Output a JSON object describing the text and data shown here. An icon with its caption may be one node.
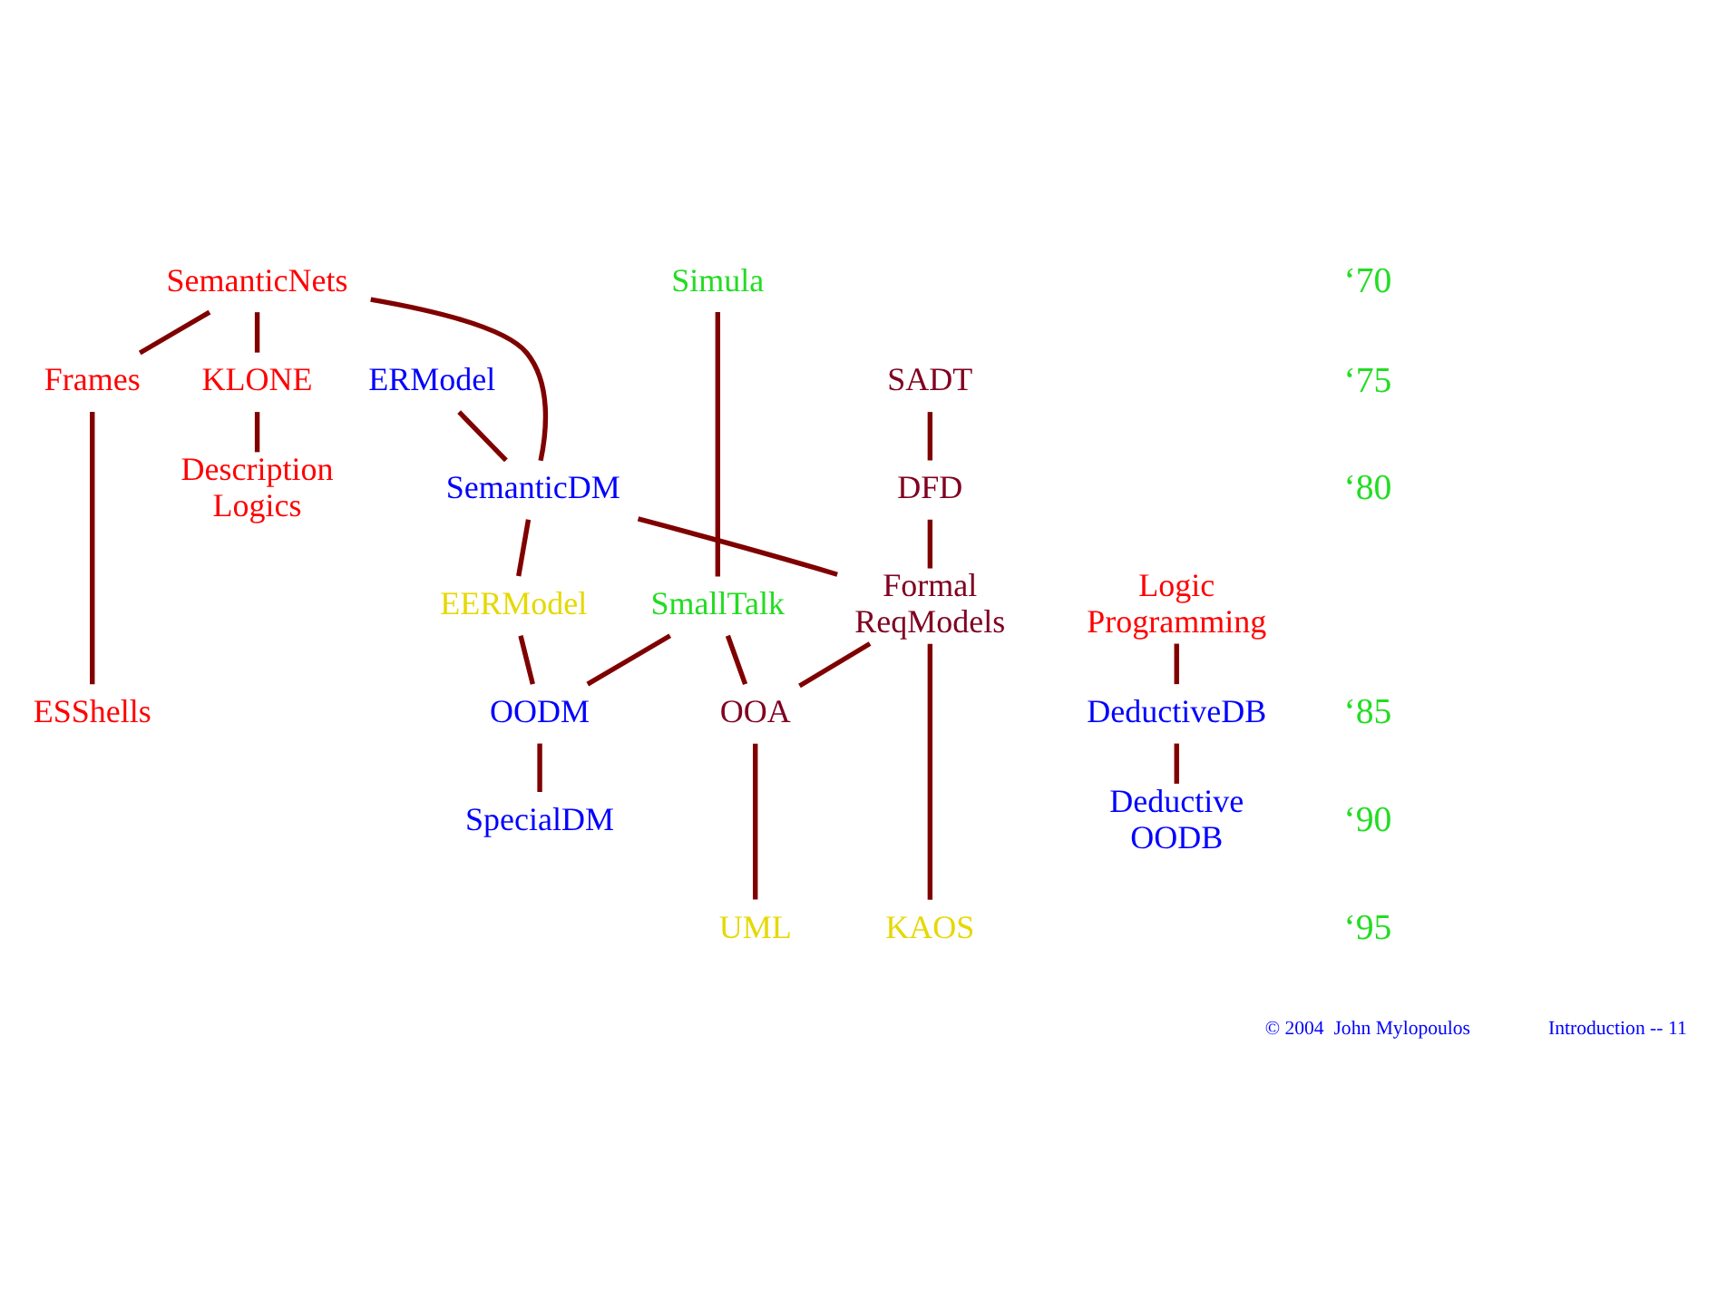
{
  "diagram": {
    "nodes": [
      {
        "text": [
          "SemanticNets"
        ]
      },
      {
        "text": [
          "Frames"
        ]
      },
      {
        "text": [
          "KLONE"
        ]
      },
      {
        "text": [
          "Logic Programming"
        ]
      },
      {
        "text": [
          "DeductiveDB"
        ]
      },
      {
        "text": [
          "ERModel"
        ]
      },
      {
        "text": [
          "SemanticDM"
        ]
      },
      {
        "text": [
          "EERModel"
        ]
      },
      {
        "text": [
          "OODM"
        ]
      },
      {
        "text": [
          "SpecialDM"
        ]
      },
      {
        "text": [
          "ESShells"
        ]
      },
      {
        "text": [
          "Description Logics"
        ]
      },
      {
        "text": [
          "Deductive OODB"
        ]
      },
      {
        "text": [
          "Simula"
        ]
      },
      {
        "text": [
          "SmallTalk"
        ]
      },
      {
        "text": [
          "SADT"
        ]
      },
      {
        "text": [
          "DFD"
        ]
      },
      {
        "text": [
          "Formal ReqModels"
        ]
      },
      {
        "text": [
          "OOA"
        ]
      },
      {
        "text": [
          "KAOS"
        ]
      },
      {
        "text": [
          "UML"
        ]
      }
    ],
    "edges": [
      {
        "from": 0,
        "to": 1,
        "arrow": "none"
      },
      {
        "from": 0,
        "to": 2,
        "arrow": "none"
      },
      {
        "from": 0,
        "to": 6,
        "arrow": "none"
      },
      {
        "from": 1,
        "to": 10,
        "arrow": "none"
      },
      {
        "from": 2,
        "to": 11,
        "arrow": "none"
      },
      {
        "from": 3,
        "to": 4,
        "arrow": "none"
      },
      {
        "from": 4,
        "to": 12,
        "arrow": "none"
      },
      {
        "from": 5,
        "to": 6,
        "arrow": "none"
      },
      {
        "from": 6,
        "to": 7,
        "arrow": "none"
      },
      {
        "from": 7,
        "to": 8,
        "arrow": "none"
      },
      {
        "from": 8,
        "to": 9,
        "arrow": "none"
      },
      {
        "from": 13,
        "to": 14,
        "arrow": "none"
      },
      {
        "from": 14,
        "to": 8,
        "arrow": "none"
      },
      {
        "from": 14,
        "to": 18,
        "arrow": "none"
      },
      {
        "from": 15,
        "to": 16,
        "arrow": "none"
      },
      {
        "from": 16,
        "to": 17,
        "arrow": "none"
      },
      {
        "from": 6,
        "to": 17,
        "arrow": "none"
      },
      {
        "from": 17,
        "to": 19,
        "arrow": "none"
      },
      {
        "from": 17,
        "to": 18,
        "arrow": "none"
      },
      {
        "from": 18,
        "to": 20,
        "arrow": "none"
      }
    ],
    "labels": [
      "‘70",
      "‘75",
      "‘80",
      "‘85",
      "‘90",
      "‘95",
      "© 2004  John Mylopoulos",
      "Introduction -- 11"
    ]
  }
}
